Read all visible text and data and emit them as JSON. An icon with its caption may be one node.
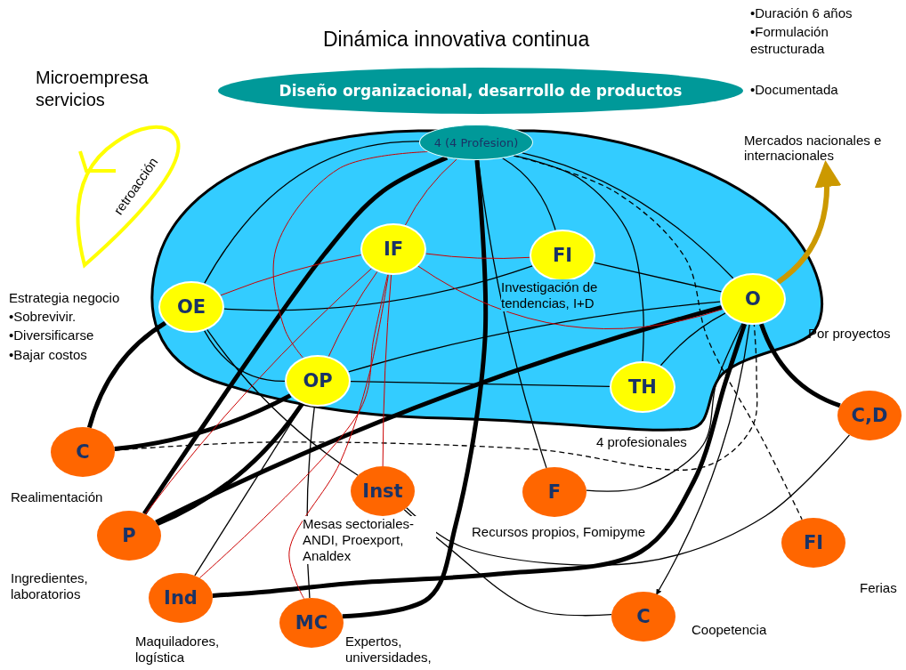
{
  "diagram": {
    "title": "Dinámica innovativa continua",
    "nodes": [
      {
        "text": [
          "Diseño organizacional, desarrollo de productos"
        ]
      },
      {
        "text": [],
        "shape": "cloud"
      },
      {
        "text": [
          "4 (4 Profesion)"
        ],
        "in": 1
      },
      {
        "text": [
          "IF"
        ],
        "in": 1
      },
      {
        "text": [
          "FI"
        ],
        "in": 1,
        "beside": [
          "Investigación de tendencias, I+D"
        ]
      },
      {
        "text": [
          "OE"
        ],
        "in": 1,
        "beside": [
          "Estrategia negocio",
          "•Sobrevivir.",
          "•Diversificarse",
          "•Bajar costos"
        ]
      },
      {
        "text": [
          "O"
        ],
        "in": 1
      },
      {
        "text": [
          "OP"
        ],
        "in": 1
      },
      {
        "text": [
          "TH"
        ],
        "in": 1,
        "beside": [
          "4 profesionales"
        ]
      },
      {
        "text": [
          "C"
        ],
        "beside": [
          "Realimentación"
        ]
      },
      {
        "text": [
          "P"
        ],
        "beside": [
          "Ingredientes, laboratorios"
        ]
      },
      {
        "text": [
          "Ind"
        ],
        "beside": [
          "Maquiladores, logística"
        ]
      },
      {
        "text": [
          "MC"
        ],
        "beside": [
          "Expertos, universidades,"
        ]
      },
      {
        "text": [
          "Inst"
        ],
        "beside": [
          "Mesas sectoriales- ANDI, Proexport, Analdex"
        ]
      },
      {
        "text": [
          "F"
        ],
        "beside": [
          "Recursos propios, Fomipyme"
        ]
      },
      {
        "text": [
          "C,D"
        ]
      },
      {
        "text": [
          "FI"
        ],
        "beside": [
          "Ferias"
        ]
      },
      {
        "text": [
          "C"
        ],
        "beside": [
          "Coopetencia"
        ]
      },
      {
        "text": [
          "Mercados nacionales e internacionales"
        ]
      }
    ],
    "edges": [
      {
        "from": 2,
        "to": 10,
        "arrow": "none",
        "style": "thick"
      },
      {
        "from": 2,
        "to": 12,
        "arrow": "none",
        "style": "thick"
      },
      {
        "from": 5,
        "to": 9,
        "arrow": "none",
        "style": "thick"
      },
      {
        "from": 7,
        "to": 9,
        "arrow": "none",
        "style": "thick"
      },
      {
        "from": 7,
        "to": 10,
        "arrow": "none",
        "style": "thick"
      },
      {
        "from": 6,
        "to": 10,
        "arrow": "none",
        "style": "thick"
      },
      {
        "from": 6,
        "to": 15,
        "arrow": "none",
        "style": "thick"
      },
      {
        "from": 6,
        "to": 11,
        "arrow": "none",
        "style": "thick"
      },
      {
        "from": 6,
        "to": 18,
        "arrow": "to",
        "style": "thick",
        "color": "#cc9900"
      },
      {
        "from": 9,
        "to": 6,
        "arrow": "none",
        "style": "dashed"
      },
      {
        "from": 2,
        "to": 16,
        "arrow": "none",
        "style": "dashed"
      },
      {
        "from": 2,
        "to": 5,
        "arrow": "none"
      },
      {
        "from": 2,
        "to": 4,
        "arrow": "none"
      },
      {
        "from": 2,
        "to": 6,
        "arrow": "none"
      },
      {
        "from": 2,
        "to": 8,
        "arrow": "none"
      },
      {
        "from": 2,
        "to": 14,
        "arrow": "none"
      },
      {
        "from": 5,
        "to": 4,
        "arrow": "none"
      },
      {
        "from": 5,
        "to": 7,
        "arrow": "none"
      },
      {
        "from": 4,
        "to": 6,
        "arrow": "none"
      },
      {
        "from": 7,
        "to": 6,
        "arrow": "none"
      },
      {
        "from": 7,
        "to": 8,
        "arrow": "none"
      },
      {
        "from": 6,
        "to": 8,
        "arrow": "none"
      },
      {
        "from": 5,
        "to": 13,
        "arrow": "none"
      },
      {
        "from": 6,
        "to": 14,
        "arrow": "none"
      },
      {
        "from": 6,
        "to": 17,
        "arrow": "to"
      },
      {
        "from": 13,
        "to": 15,
        "arrow": "none"
      },
      {
        "from": 13,
        "to": 17,
        "arrow": "none"
      },
      {
        "from": 7,
        "to": 11,
        "arrow": "none"
      },
      {
        "from": 7,
        "to": 12,
        "arrow": "none"
      },
      {
        "from": 3,
        "to": 5,
        "arrow": "none",
        "color": "#cc0000"
      },
      {
        "from": 3,
        "to": 4,
        "arrow": "none",
        "color": "#cc0000"
      },
      {
        "from": 3,
        "to": 6,
        "arrow": "none",
        "color": "#cc0000"
      },
      {
        "from": 2,
        "to": 7,
        "arrow": "none",
        "color": "#cc0000"
      },
      {
        "from": 3,
        "to": 10,
        "arrow": "none",
        "color": "#cc0000"
      },
      {
        "from": 3,
        "to": 11,
        "arrow": "none",
        "color": "#cc0000"
      },
      {
        "from": 3,
        "to": 12,
        "arrow": "none",
        "color": "#cc0000"
      },
      {
        "from": 3,
        "to": 13,
        "arrow": "none",
        "color": "#cc0000"
      },
      {
        "from": 3,
        "to": 7,
        "arrow": "none",
        "color": "#cc0000"
      },
      {
        "from": 2,
        "to": 3,
        "arrow": "none",
        "color": "#cc0000"
      }
    ],
    "labels": [
      "Microempresa servicios",
      "•Duración 6 años",
      "•Formulación estructurada",
      "•Documentada",
      "retroacción",
      "Por proyectos"
    ]
  }
}
